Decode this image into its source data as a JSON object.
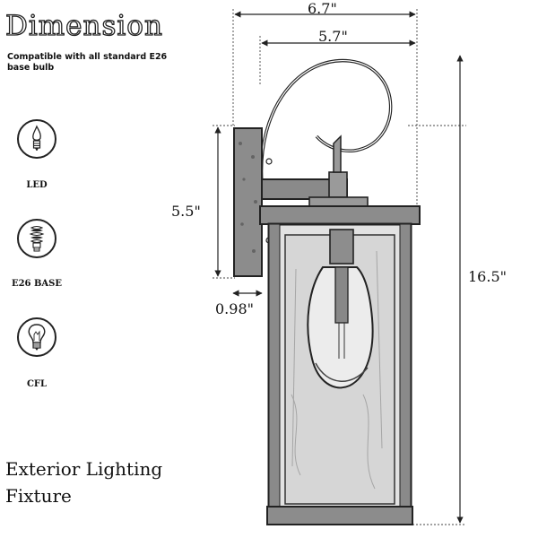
{
  "header": {
    "title": "Dimension",
    "compatibility": "Compatible with all standard E26 base bulb"
  },
  "bulbs": [
    {
      "label": "LED",
      "icon": "led-candle-bulb-icon"
    },
    {
      "label": "E26 BASE",
      "icon": "spiral-cfl-bulb-icon"
    },
    {
      "label": "CFL",
      "icon": "incandescent-bulb-icon"
    }
  ],
  "footer": {
    "line1": "Exterior Lighting",
    "line2": "Fixture"
  },
  "dimensions": {
    "overall_width": "6.7\"",
    "lantern_width": "5.7\"",
    "backplate_height": "5.5\"",
    "backplate_depth": "0.98\"",
    "overall_height": "16.5\""
  }
}
